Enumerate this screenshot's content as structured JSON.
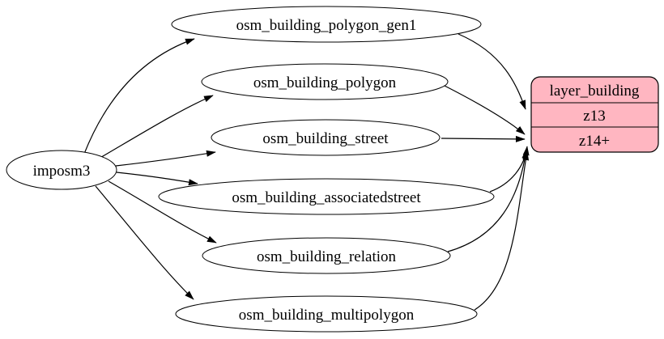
{
  "diagram": {
    "background_color": "#ffffff",
    "edge_color": "#000000",
    "node_fill": "#ffffff",
    "node_stroke": "#000000",
    "source_node": {
      "id": "imposm3",
      "label": "imposm3"
    },
    "table_nodes": [
      {
        "id": "osm_building_polygon_gen1",
        "label": "osm_building_polygon_gen1"
      },
      {
        "id": "osm_building_polygon",
        "label": "osm_building_polygon"
      },
      {
        "id": "osm_building_street",
        "label": "osm_building_street"
      },
      {
        "id": "osm_building_associatedstreet",
        "label": "osm_building_associatedstreet"
      },
      {
        "id": "osm_building_relation",
        "label": "osm_building_relation"
      },
      {
        "id": "osm_building_multipolygon",
        "label": "osm_building_multipolygon"
      }
    ],
    "layer_node": {
      "id": "layer_building",
      "title": "layer_building",
      "fill": "#ffb6c1",
      "stroke": "#000000",
      "rows": [
        {
          "label": "z13"
        },
        {
          "label": "z14+"
        }
      ]
    },
    "edges": [
      {
        "from": "imposm3",
        "to": "osm_building_polygon_gen1"
      },
      {
        "from": "imposm3",
        "to": "osm_building_polygon"
      },
      {
        "from": "imposm3",
        "to": "osm_building_street"
      },
      {
        "from": "imposm3",
        "to": "osm_building_associatedstreet"
      },
      {
        "from": "imposm3",
        "to": "osm_building_relation"
      },
      {
        "from": "imposm3",
        "to": "osm_building_multipolygon"
      },
      {
        "from": "osm_building_polygon_gen1",
        "to": "layer_building:z13"
      },
      {
        "from": "osm_building_polygon",
        "to": "layer_building:z14+"
      },
      {
        "from": "osm_building_street",
        "to": "layer_building:z14+"
      },
      {
        "from": "osm_building_associatedstreet",
        "to": "layer_building:z14+"
      },
      {
        "from": "osm_building_relation",
        "to": "layer_building:z14+"
      },
      {
        "from": "osm_building_multipolygon",
        "to": "layer_building:z14+"
      }
    ]
  }
}
